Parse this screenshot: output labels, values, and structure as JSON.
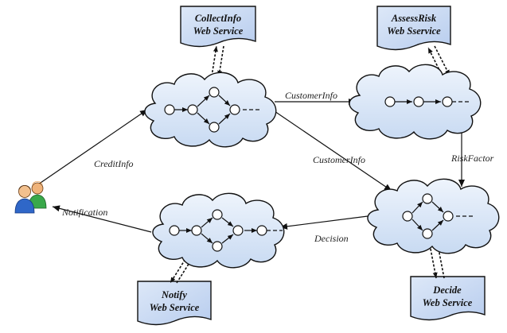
{
  "services": {
    "collect": {
      "line1": "CollectInfo",
      "line2": "Web Service"
    },
    "assess": {
      "line1": "AssessRisk",
      "line2": "Web Sservice"
    },
    "notify": {
      "line1": "Notify",
      "line2": "Web Service"
    },
    "decide": {
      "line1": "Decide",
      "line2": "Web Service"
    }
  },
  "edges": {
    "credit_info": "CreditInfo",
    "customer_info_top": "CustomerInfo",
    "customer_info_diag": "CustomerInfo",
    "risk_factor": "RiskFactor",
    "decision": "Decision",
    "notification": "Notification"
  },
  "colors": {
    "doc_fill": "#c9d9f2",
    "cloud_fill": "#dce8f7",
    "stroke": "#111111"
  }
}
